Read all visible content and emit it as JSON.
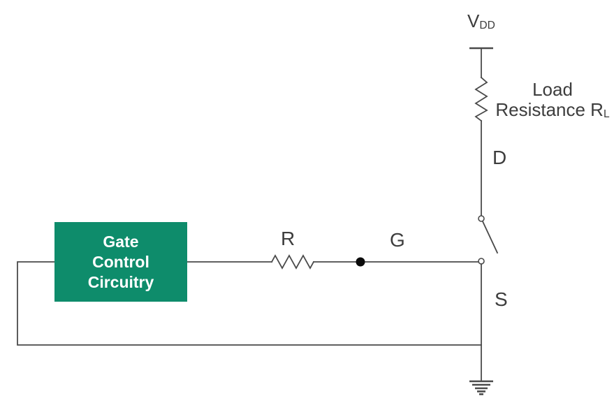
{
  "colors": {
    "background": "#ffffff",
    "accent_green": "#0e8c6b",
    "wire_gray": "#4a4a4a",
    "text_gray": "#3d3d3d",
    "dot_black": "#0a0a0a",
    "box_text": "#ffffff"
  },
  "diagram": {
    "supply": {
      "main": "V",
      "sub": "DD"
    },
    "load_resistor": {
      "line1": "Load",
      "line2_main": "Resistance R",
      "line2_sub": "L"
    },
    "terminals": {
      "drain": "D",
      "gate": "G",
      "source": "S"
    },
    "series_resistor": {
      "label": "R"
    },
    "gate_control_box": {
      "line1": "Gate",
      "line2": "Control",
      "line3": "Circuitry"
    }
  }
}
